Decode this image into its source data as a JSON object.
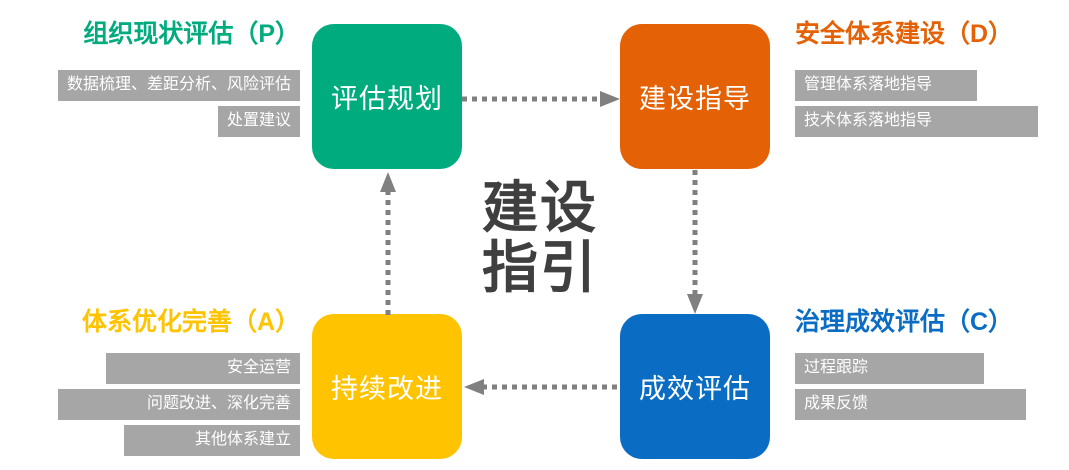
{
  "center": {
    "line1": "建设",
    "line2": "指引",
    "color": "#3f3f3f"
  },
  "palette": {
    "green": "#00ab7e",
    "orange": "#e46105",
    "yellow": "#ffc300",
    "blue": "#0a6cc2",
    "tag_bg": "#a6a6a6",
    "arrow": "#808080"
  },
  "quadrants": [
    {
      "key": "plan",
      "title": "组织现状评估（P）",
      "title_color": "#00ab7e",
      "node_label": "评估规划",
      "node_color": "#00ab7e",
      "tags": [
        "数据梳理、差距分析、风险评估",
        "处置建议"
      ]
    },
    {
      "key": "do",
      "title": "安全体系建设（D）",
      "title_color": "#e46105",
      "node_label": "建设指导",
      "node_color": "#e46105",
      "tags": [
        "管理体系落地指导",
        "技术体系落地指导"
      ]
    },
    {
      "key": "check",
      "title": "治理成效评估（C）",
      "title_color": "#0a6cc2",
      "node_label": "成效评估",
      "node_color": "#0a6cc2",
      "tags": [
        "过程跟踪",
        "成果反馈"
      ]
    },
    {
      "key": "act",
      "title": "体系优化完善（A）",
      "title_color": "#ffc300",
      "node_label": "持续改进",
      "node_color": "#ffc300",
      "tags": [
        "安全运营",
        "问题改进、深化完善",
        "其他体系建立"
      ]
    }
  ],
  "arrows": [
    {
      "key": "plan-to-do",
      "direction": "right"
    },
    {
      "key": "do-to-check",
      "direction": "down"
    },
    {
      "key": "check-to-act",
      "direction": "left"
    },
    {
      "key": "act-to-plan",
      "direction": "up"
    }
  ]
}
